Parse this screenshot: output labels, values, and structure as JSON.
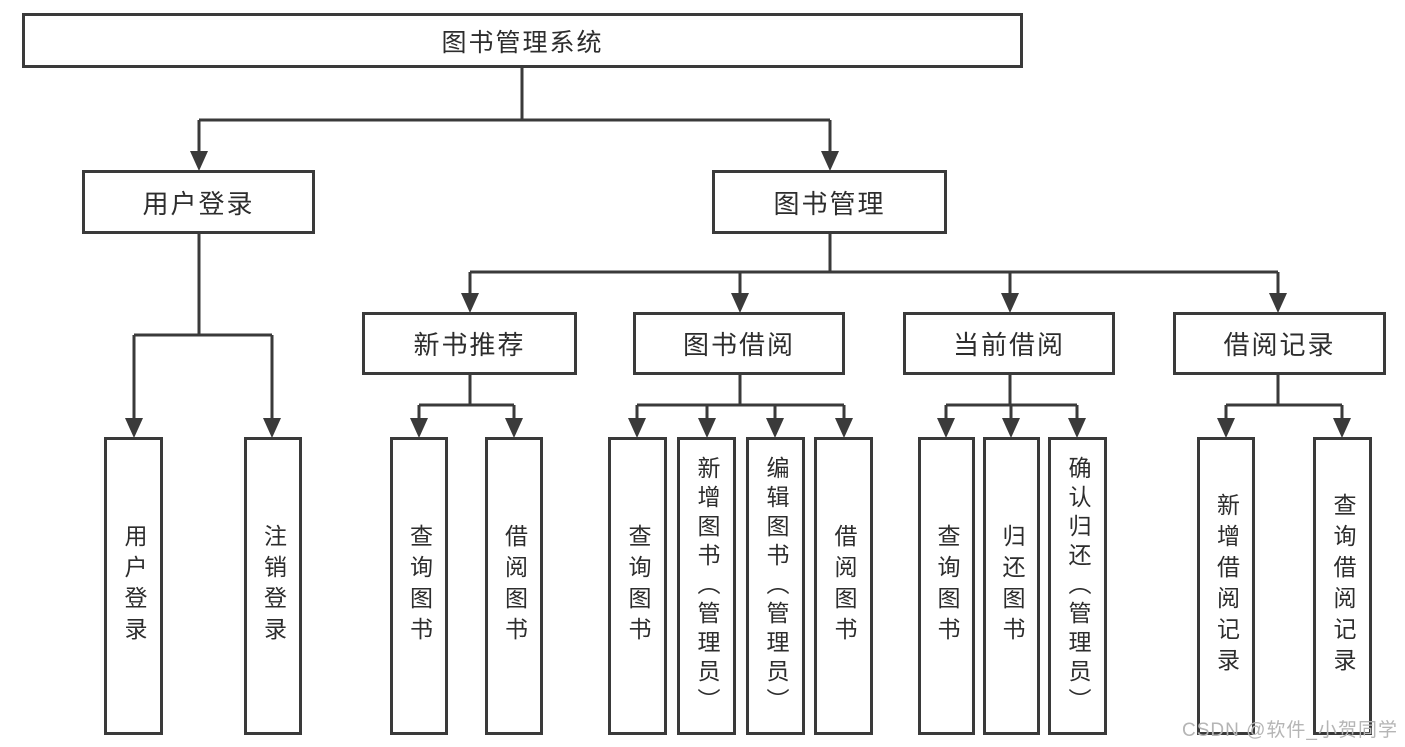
{
  "diagram": {
    "root": {
      "label": "图书管理系统"
    },
    "level2": [
      {
        "id": "user-login",
        "label": "用户登录",
        "children": [
          {
            "label": "用户登录"
          },
          {
            "label": "注销登录"
          }
        ]
      },
      {
        "id": "book-management",
        "label": "图书管理",
        "children": [
          {
            "id": "new-book-recommend",
            "label": "新书推荐",
            "children": [
              {
                "label": "查询图书"
              },
              {
                "label": "借阅图书"
              }
            ]
          },
          {
            "id": "book-borrowing",
            "label": "图书借阅",
            "children": [
              {
                "label": "查询图书"
              },
              {
                "label": "新增图书（管理员）"
              },
              {
                "label": "编辑图书（管理员）"
              },
              {
                "label": "借阅图书"
              }
            ]
          },
          {
            "id": "current-borrowing",
            "label": "当前借阅",
            "children": [
              {
                "label": "查询图书"
              },
              {
                "label": "归还图书"
              },
              {
                "label": "确认归还（管理员）"
              }
            ]
          },
          {
            "id": "borrowing-records",
            "label": "借阅记录",
            "children": [
              {
                "label": "新增借阅记录"
              },
              {
                "label": "查询借阅记录"
              }
            ]
          }
        ]
      }
    ]
  },
  "watermark": {
    "text": "CSDN @软件_小贺同学"
  },
  "colors": {
    "line": "#3a3a3a",
    "text": "#2d2d2d",
    "watermark": "#b5b5b5",
    "background": "#ffffff"
  }
}
